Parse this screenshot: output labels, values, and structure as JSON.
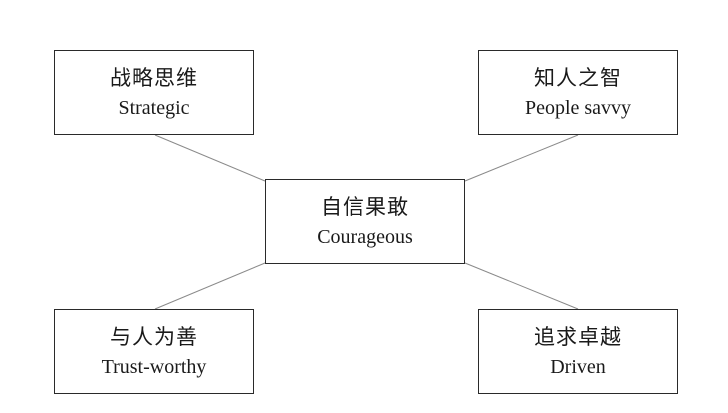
{
  "center": {
    "zh": "自信果敢",
    "en": "Courageous"
  },
  "top_left": {
    "zh": "战略思维",
    "en": "Strategic"
  },
  "top_right": {
    "zh": "知人之智",
    "en": "People savvy"
  },
  "bottom_left": {
    "zh": "与人为善",
    "en": "Trust-worthy"
  },
  "bottom_right": {
    "zh": "追求卓越",
    "en": "Driven"
  }
}
